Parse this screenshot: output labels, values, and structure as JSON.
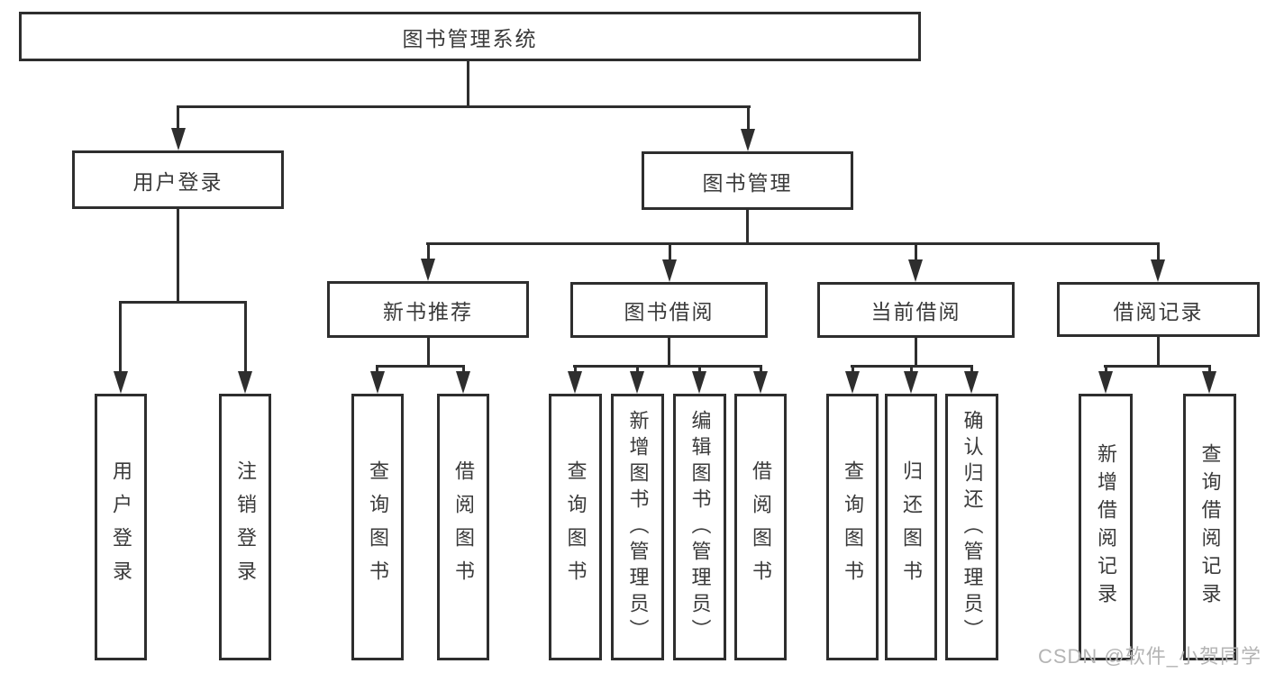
{
  "diagram": {
    "root": "图书管理系统",
    "nodes": {
      "user_login": "用户登录",
      "book_mgmt": "图书管理",
      "new_book_rec": "新书推荐",
      "book_borrow": "图书借阅",
      "current_borrow": "当前借阅",
      "borrow_records": "借阅记录",
      "leaf_user_login": "用户登录",
      "leaf_logout": "注销登录",
      "leaf_query_book_1": "查询图书",
      "leaf_borrow_book_1": "借阅图书",
      "leaf_query_book_2": "查询图书",
      "leaf_add_book": "新增图书（管理员）",
      "leaf_edit_book": "编辑图书（管理员）",
      "leaf_borrow_book_2": "借阅图书",
      "leaf_query_book_3": "查询图书",
      "leaf_return_book": "归还图书",
      "leaf_confirm_return": "确认归还（管理员）",
      "leaf_add_record": "新增借阅记录",
      "leaf_query_record": "查询借阅记录"
    },
    "structure": {
      "label": "图书管理系统",
      "children": [
        {
          "label": "用户登录",
          "children": [
            {
              "label": "用户登录"
            },
            {
              "label": "注销登录"
            }
          ]
        },
        {
          "label": "图书管理",
          "children": [
            {
              "label": "新书推荐",
              "children": [
                {
                  "label": "查询图书"
                },
                {
                  "label": "借阅图书"
                }
              ]
            },
            {
              "label": "图书借阅",
              "children": [
                {
                  "label": "查询图书"
                },
                {
                  "label": "新增图书（管理员）"
                },
                {
                  "label": "编辑图书（管理员）"
                },
                {
                  "label": "借阅图书"
                }
              ]
            },
            {
              "label": "当前借阅",
              "children": [
                {
                  "label": "查询图书"
                },
                {
                  "label": "归还图书"
                },
                {
                  "label": "确认归还（管理员）"
                }
              ]
            },
            {
              "label": "借阅记录",
              "children": [
                {
                  "label": "新增借阅记录"
                },
                {
                  "label": "查询借阅记录"
                }
              ]
            }
          ]
        }
      ]
    },
    "watermark": "CSDN @软件_小贺同学",
    "colors": {
      "line": "#2e2e2e",
      "text": "#3a3a3a",
      "watermark": "#b4b4b4",
      "background": "#ffffff"
    }
  }
}
